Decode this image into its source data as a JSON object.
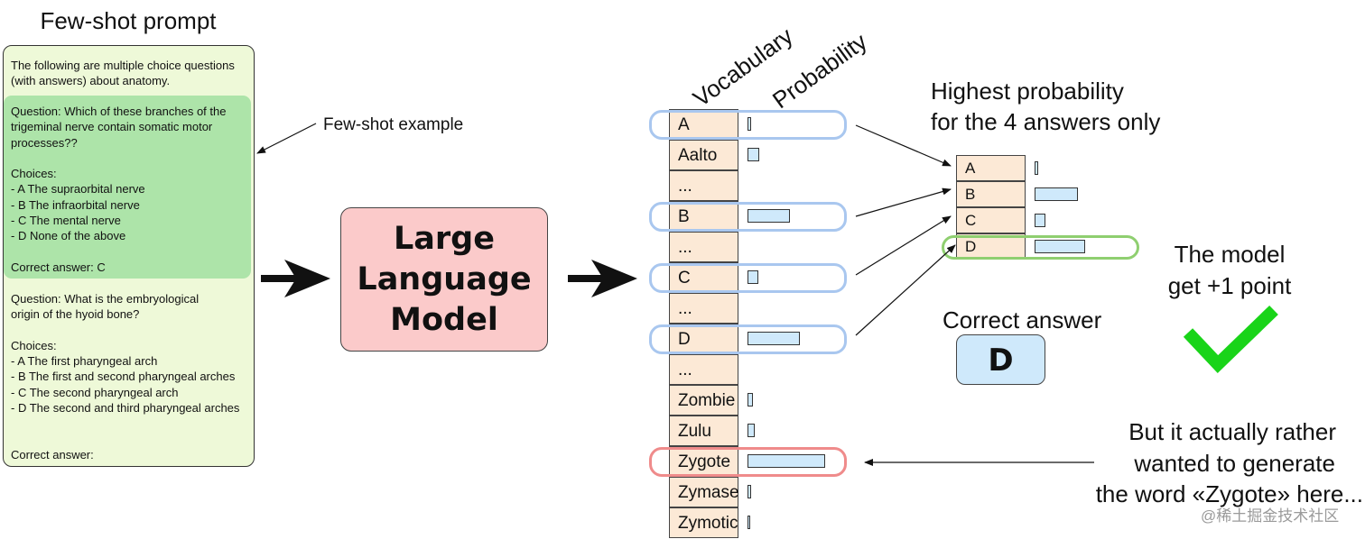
{
  "prompt": {
    "title": "Few-shot prompt",
    "intro_lines": [
      "The following are multiple choice questions",
      "(with answers) about anatomy."
    ],
    "example_lines": [
      "Question: Which of these branches of the",
      "trigeminal nerve contain somatic motor",
      "processes??",
      "",
      "Choices:",
      "- A The supraorbital nerve",
      "- B The infraorbital nerve",
      "- C The mental nerve",
      "- D None of the above",
      "",
      "Correct answer: C"
    ],
    "question_lines": [
      "Question: What is the embryological",
      "origin of the hyoid bone?",
      "",
      "Choices:",
      "- A The first pharyngeal arch",
      "- B The first and second pharyngeal arches",
      "- C The second pharyngeal arch",
      "- D The second and third pharyngeal arches"
    ],
    "answer_prompt": "Correct answer:"
  },
  "few_shot_label": "Few-shot example",
  "model": {
    "line1": "Large",
    "line2": "Language",
    "line3": "Model"
  },
  "vocab": {
    "header_vocab": "Vocabulary",
    "header_prob": "Probability",
    "items": [
      {
        "token": "A",
        "prob": 0.05
      },
      {
        "token": "Aalto",
        "prob": 0.15
      },
      {
        "token": "...",
        "prob": 0
      },
      {
        "token": "B",
        "prob": 0.55
      },
      {
        "token": "...",
        "prob": 0
      },
      {
        "token": "C",
        "prob": 0.14
      },
      {
        "token": "...",
        "prob": 0
      },
      {
        "token": "D",
        "prob": 0.68
      },
      {
        "token": "...",
        "prob": 0
      },
      {
        "token": "Zombie",
        "prob": 0.07
      },
      {
        "token": "Zulu",
        "prob": 0.09
      },
      {
        "token": "Zygote",
        "prob": 1.0
      },
      {
        "token": "Zymase",
        "prob": 0.05
      },
      {
        "token": "Zymotic",
        "prob": 0.03
      }
    ]
  },
  "highest_label": {
    "line1": "Highest probability",
    "line2": "for the 4 answers only"
  },
  "subset": {
    "items": [
      {
        "token": "A",
        "prob": 0.07
      },
      {
        "token": "B",
        "prob": 0.86
      },
      {
        "token": "C",
        "prob": 0.21
      },
      {
        "token": "D",
        "prob": 1.0
      }
    ]
  },
  "correct_label": "Correct answer",
  "correct_value": "D",
  "point_label": {
    "line1": "The model",
    "line2": "get +1 point"
  },
  "zygote_note": {
    "line1": "But it actually rather",
    "line2": "wanted to generate",
    "line3": "the word «Zygote» here..."
  },
  "watermark": "@稀土掘金技术社区",
  "colors": {
    "example_green": "#ade4a9",
    "prompt_bg": "#eef9d8",
    "model_pink": "#fbcaca",
    "cell_peach": "#fce9d6",
    "bar_blue": "#cfe9fb",
    "ring_blue": "#a9c7ef",
    "ring_red": "#ef8b8b",
    "ring_green": "#8fcf70",
    "check_green": "#19d419"
  }
}
